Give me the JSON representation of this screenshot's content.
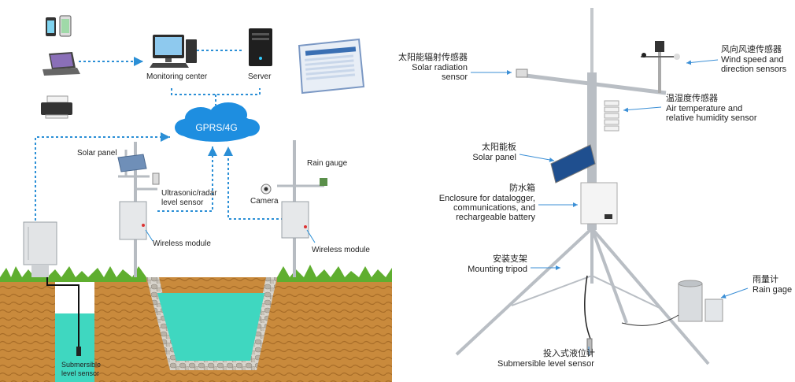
{
  "left_diagram": {
    "labels": {
      "monitoring_center": "Monitoring center",
      "server": "Server",
      "network": "GPRS/4G",
      "solar_panel": "Solar panel",
      "rain_gauge": "Rain gauge",
      "level_sensor_line1": "Ultrasonic/radar",
      "level_sensor_line2": "level sensor",
      "camera": "Camera",
      "wireless_module_left": "Wireless module",
      "wireless_module_right": "Wireless module",
      "submersible_line1": "Submersible",
      "submersible_line2": "level sensor"
    },
    "colors": {
      "dotted_link": "#2b8fd6",
      "cloud": "#1e8ee0",
      "water": "#3fd7c0",
      "soil": "#c98a3c",
      "grass": "#5fae2f"
    }
  },
  "right_diagram": {
    "labels": {
      "solar_radiation_cn": "太阳能辐射传感器",
      "solar_radiation_en_1": "Solar radiation",
      "solar_radiation_en_2": "sensor",
      "wind_cn": "风向风速传感器",
      "wind_en_1": "Wind speed and",
      "wind_en_2": "direction sensors",
      "temp_cn": "温湿度传感器",
      "temp_en_1": "Air temperature and",
      "temp_en_2": "relative humidity sensor",
      "solar_panel_cn": "太阳能板",
      "solar_panel_en": "Solar panel",
      "enclosure_cn": "防水箱",
      "enclosure_en_1": "Enclosure for datalogger,",
      "enclosure_en_2": "communications, and",
      "enclosure_en_3": "rechargeable battery",
      "tripod_cn": "安装支架",
      "tripod_en": "Mounting tripod",
      "rain_cn": "雨量计",
      "rain_en": "Rain gage",
      "submersible_cn": "投入式液位计",
      "submersible_en": "Submersible level sensor"
    },
    "colors": {
      "arrow": "#3b8fd6",
      "metal": "#b9bec4"
    }
  }
}
